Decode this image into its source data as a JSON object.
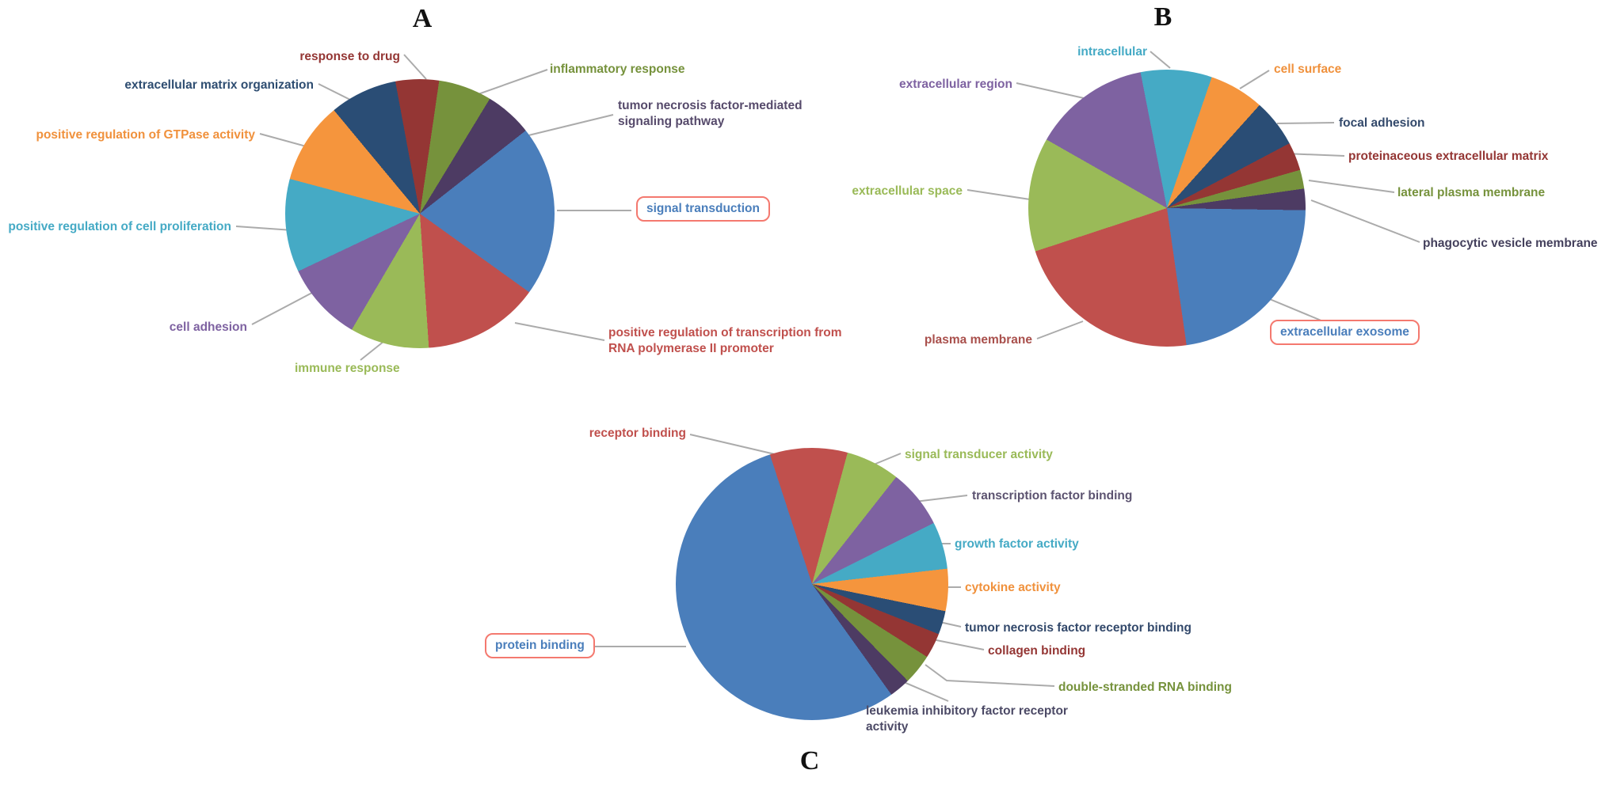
{
  "colors": {
    "background": "#ffffff",
    "leader_line": "#ABABAB",
    "highlight_box_border": "#F4796F",
    "title_color": "#111111"
  },
  "chart_data": [
    {
      "id": "A",
      "type": "pie",
      "title": "A",
      "legend_position": "leader-line labels around pie",
      "start_angle_deg": -10.5,
      "highlighted_label": "signal transduction",
      "slices": [
        {
          "label": "response to drug",
          "value": 5.2,
          "color": "#943634",
          "label_color": "#943634"
        },
        {
          "label": "inflammatory response",
          "value": 6.4,
          "color": "#76923C",
          "label_color": "#76923C"
        },
        {
          "label": "tumor necrosis factor-mediated signaling pathway",
          "value": 5.7,
          "color": "#4D3B63",
          "label_color": "#564A6B"
        },
        {
          "label": "signal transduction",
          "value": 20.5,
          "color": "#4A7EBB",
          "label_color": "#4A7EBB",
          "highlighted": true
        },
        {
          "label": "positive regulation of transcription from RNA polymerase II promoter",
          "value": 14.0,
          "color": "#C0504D",
          "label_color": "#C0504D"
        },
        {
          "label": "immune response",
          "value": 9.5,
          "color": "#9ABA58",
          "label_color": "#9ABA58"
        },
        {
          "label": "cell adhesion",
          "value": 9.5,
          "color": "#7E62A1",
          "label_color": "#7E62A1"
        },
        {
          "label": "positive regulation of cell proliferation",
          "value": 11.2,
          "color": "#45AAC5",
          "label_color": "#45AAC5"
        },
        {
          "label": "positive regulation of GTPase activity",
          "value": 9.8,
          "color": "#F5953D",
          "label_color": "#F0913C"
        },
        {
          "label": "extracellular matrix organization",
          "value": 8.1,
          "color": "#2A4D75",
          "label_color": "#2E4D71"
        }
      ]
    },
    {
      "id": "B",
      "type": "pie",
      "title": "B",
      "legend_position": "leader-line labels around pie",
      "start_angle_deg": -11,
      "highlighted_label": "extracellular exosome",
      "slices": [
        {
          "label": "intracellular",
          "value": 8.3,
          "color": "#45AAC5",
          "label_color": "#45AAC5"
        },
        {
          "label": "cell surface",
          "value": 6.4,
          "color": "#F5953D",
          "label_color": "#F0913C"
        },
        {
          "label": "focal adhesion",
          "value": 5.6,
          "color": "#2A4D75",
          "label_color": "#33496B"
        },
        {
          "label": "proteinaceous extracellular matrix",
          "value": 3.3,
          "color": "#943634",
          "label_color": "#943634"
        },
        {
          "label": "lateral plasma membrane",
          "value": 2.2,
          "color": "#76923C",
          "label_color": "#76923C"
        },
        {
          "label": "phagocytic vesicle membrane",
          "value": 2.5,
          "color": "#4D3B63",
          "label_color": "#44405C"
        },
        {
          "label": "extracellular exosome",
          "value": 22.5,
          "color": "#4A7EBB",
          "label_color": "#4A7EBB",
          "highlighted": true
        },
        {
          "label": "plasma membrane",
          "value": 22.2,
          "color": "#C0504D",
          "label_color": "#A9504C"
        },
        {
          "label": "extracellular space",
          "value": 13.3,
          "color": "#9ABA58",
          "label_color": "#9ABA58"
        },
        {
          "label": "extracellular region",
          "value": 13.7,
          "color": "#7E62A1",
          "label_color": "#7E62A1"
        }
      ]
    },
    {
      "id": "C",
      "type": "pie",
      "title": "C",
      "legend_position": "leader-line labels around pie",
      "start_angle_deg": -18,
      "highlighted_label": "protein binding",
      "slices": [
        {
          "label": "receptor binding",
          "value": 9.2,
          "color": "#C0504D",
          "label_color": "#C0504D"
        },
        {
          "label": "signal transducer activity",
          "value": 6.4,
          "color": "#9ABA58",
          "label_color": "#9ABA58"
        },
        {
          "label": "transcription factor binding",
          "value": 7.0,
          "color": "#7E62A1",
          "label_color": "#5C5370"
        },
        {
          "label": "growth factor activity",
          "value": 5.6,
          "color": "#45AAC5",
          "label_color": "#45AAC5"
        },
        {
          "label": "cytokine activity",
          "value": 5.0,
          "color": "#F5953D",
          "label_color": "#F0913C"
        },
        {
          "label": "tumor necrosis factor receptor binding",
          "value": 2.8,
          "color": "#2A4D75",
          "label_color": "#33496B"
        },
        {
          "label": "collagen binding",
          "value": 3.0,
          "color": "#943634",
          "label_color": "#943634"
        },
        {
          "label": "double-stranded RNA binding",
          "value": 3.6,
          "color": "#76923C",
          "label_color": "#76923C"
        },
        {
          "label": "leukemia inhibitory factor receptor activity",
          "value": 2.5,
          "color": "#4D3B63",
          "label_color": "#4C4A66"
        },
        {
          "label": "protein binding",
          "value": 54.9,
          "color": "#4A7EBB",
          "label_color": "#4A7EBB",
          "highlighted": true
        }
      ]
    }
  ]
}
